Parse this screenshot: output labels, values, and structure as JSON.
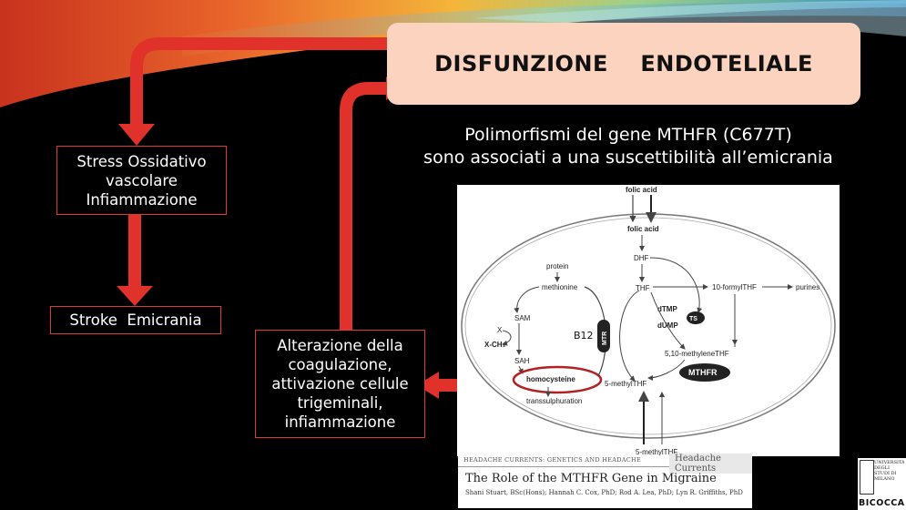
{
  "slide": {
    "title": "DISFUNZIONE    ENDOTELIALE",
    "subtitle_line1": "Polimorfismi del gene MTHFR (C677T)",
    "subtitle_line2": "sono associati a una suscettibilità all’emicrania",
    "box_stress_lines": [
      "Stress Ossidativo",
      "vascolare",
      "Infiammazione"
    ],
    "box_stroke": "Stroke  Emicrania",
    "box_alter_lines": [
      "Alterazione della",
      "coagulazione,",
      "attivazione cellule",
      "trigeminali,",
      "infiammazione"
    ]
  },
  "diagram": {
    "labels": {
      "folic_acid_top": "folic acid",
      "folic_acid": "folic acid",
      "dhf": "DHF",
      "thf": "THF",
      "formyl": "10-formylTHF",
      "purines": "purines",
      "protein": "protein",
      "methionine": "methionine",
      "sam": "SAM",
      "x": "X",
      "xch3": "X-CH₃",
      "sah": "SAH",
      "homocysteine": "homocysteine",
      "transsulphuration": "transsulphuration",
      "dtmp": "dTMP",
      "dump": "dUMP",
      "ts": "TS",
      "methylene": "5,10-methyleneTHF",
      "mthfr": "MTHFR",
      "methylthf": "5-methylTHF",
      "methylthf_bottom": "5-methylTHF",
      "mtr": "MTR",
      "b12": "B12"
    }
  },
  "paper": {
    "header_left": "HEADACHE CURRENTS: GENETICS AND HEADACHE",
    "header_right": "Headache Currents",
    "title": "The Role of the MTHFR Gene in Migraine",
    "authors": "Shani Stuart, BSc(Hons); Hannah C. Cox, PhD; Rod A. Lea, PhD; Lyn R. Griffiths, PhD"
  },
  "logo": {
    "side_text": "UNIVERSITÀ DEGLI STUDI DI MILANO",
    "name": "BICOCCA"
  },
  "colors": {
    "background": "#000000",
    "accent_red": "#e0312a",
    "title_box": "#fbd3bf"
  }
}
